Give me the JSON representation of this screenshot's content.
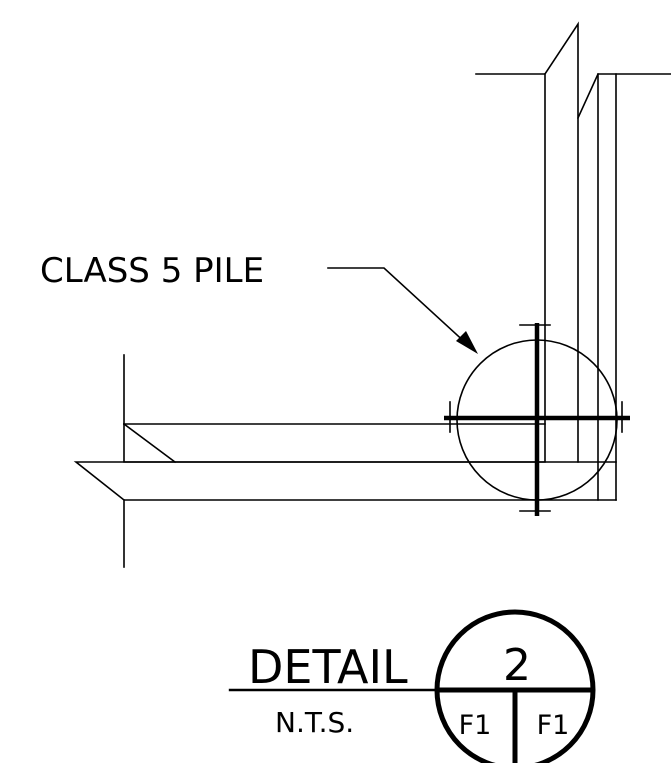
{
  "callout": {
    "label": "CLASS 5 PILE"
  },
  "detail": {
    "title": "DETAIL",
    "scale": "N.T.S.",
    "number": "2",
    "sheet_left": "F1",
    "sheet_right": "F1"
  }
}
